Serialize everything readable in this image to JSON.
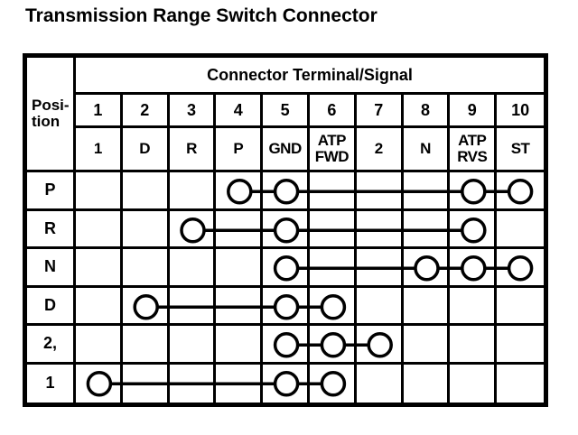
{
  "title": "Transmission Range Switch Connector",
  "table": {
    "header": "Connector Terminal/Signal",
    "position_header": "Posi-\ntion",
    "terminal_numbers": [
      "1",
      "2",
      "3",
      "4",
      "5",
      "6",
      "7",
      "8",
      "9",
      "10"
    ],
    "signals": [
      "1",
      "D",
      "R",
      "P",
      "GND",
      "ATP\nFWD",
      "2",
      "N",
      "ATP\nRVS",
      "ST"
    ],
    "rows": [
      {
        "position": "P",
        "circles": [
          4,
          5,
          9,
          10
        ],
        "line": [
          4,
          10
        ]
      },
      {
        "position": "R",
        "circles": [
          3,
          5,
          9
        ],
        "line": [
          3,
          9
        ]
      },
      {
        "position": "N",
        "circles": [
          5,
          8,
          9,
          10
        ],
        "line": [
          5,
          10
        ]
      },
      {
        "position": "D",
        "circles": [
          2,
          5,
          6
        ],
        "line": [
          2,
          6
        ]
      },
      {
        "position": "2,",
        "circles": [
          5,
          6,
          7
        ],
        "line": [
          5,
          7
        ]
      },
      {
        "position": "1",
        "circles": [
          1,
          5,
          6
        ],
        "line": [
          1,
          6
        ]
      }
    ]
  },
  "colors": {
    "ink": "#000000",
    "paper": "#ffffff"
  }
}
